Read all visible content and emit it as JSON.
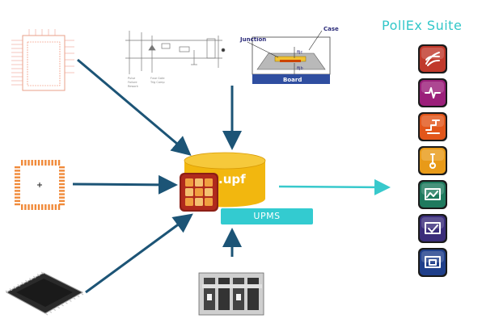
{
  "suite": {
    "title": "PollEx Suite",
    "modules": [
      {
        "icon": "pcb-routing-icon",
        "color": "#c0392b"
      },
      {
        "icon": "signal-wave-icon",
        "color": "#9b1f7a"
      },
      {
        "icon": "power-flow-icon",
        "color": "#e2561a"
      },
      {
        "icon": "thermometer-icon",
        "color": "#e89a18"
      },
      {
        "icon": "waveform-screen-icon",
        "color": "#1f7a5e"
      },
      {
        "icon": "checkmark-screen-icon",
        "color": "#3a2d7a"
      },
      {
        "icon": "chip-board-icon",
        "color": "#1f3f8a"
      }
    ]
  },
  "center": {
    "db_label": ".upf",
    "upms_label": "UPMS"
  },
  "thermal": {
    "junction": "Junction",
    "case": "Case",
    "board": "Board",
    "theta_jc": "θjc",
    "theta_jb": "θjb"
  },
  "colors": {
    "arrow_dark": "#1c5476",
    "arrow_teal": "#38c9cc",
    "db_gold": "#f2b70f",
    "upms_teal": "#33cbd0",
    "pad_orange": "#f08a3a"
  }
}
